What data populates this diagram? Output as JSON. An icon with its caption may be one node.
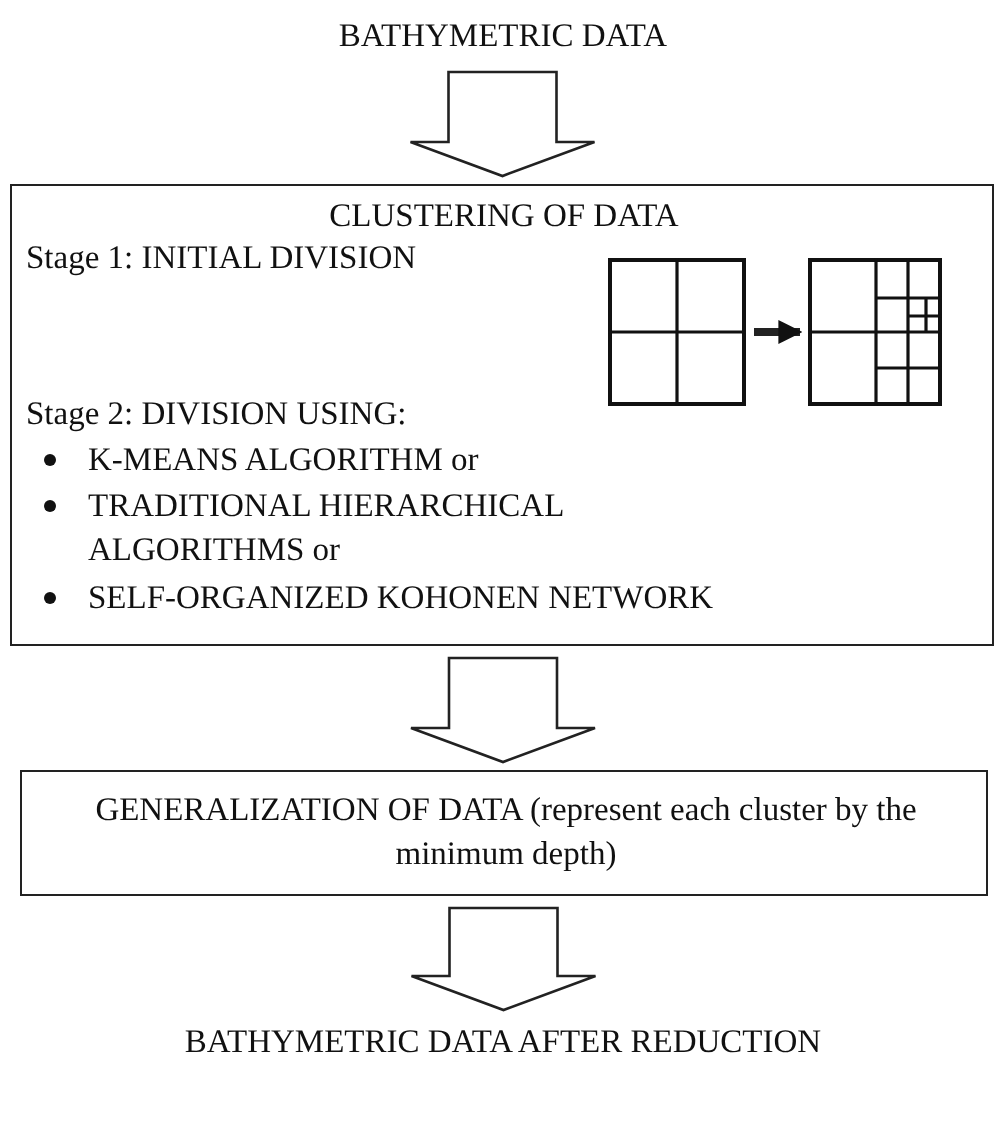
{
  "diagram": {
    "nodes": [
      {
        "text": [
          "BATHYMETRIC DATA"
        ]
      },
      {
        "text": [
          "CLUSTERING OF DATA",
          "Stage 1: INITIAL DIVISION",
          "Stage 2: DIVISION USING:",
          "K-MEANS ALGORITHM or",
          "TRADITIONAL HIERARCHICAL ALGORITHMS or",
          "SELF-ORGANIZED KOHONEN NETWORK"
        ]
      },
      {
        "text": [],
        "shape": "grid",
        "in": 1
      },
      {
        "text": [],
        "shape": "grid",
        "in": 1
      },
      {
        "text": [
          "GENERALIZATION OF DATA (represent each cluster by the  minimum depth)"
        ]
      },
      {
        "text": [
          "BATHYMETRIC DATA AFTER REDUCTION"
        ]
      }
    ],
    "edges": [
      {
        "from": 0,
        "to": 1,
        "arrow": "to"
      },
      {
        "from": 2,
        "to": 3,
        "arrow": "to"
      },
      {
        "from": 1,
        "to": 4,
        "arrow": "to"
      },
      {
        "from": 4,
        "to": 5,
        "arrow": "to"
      }
    ]
  }
}
